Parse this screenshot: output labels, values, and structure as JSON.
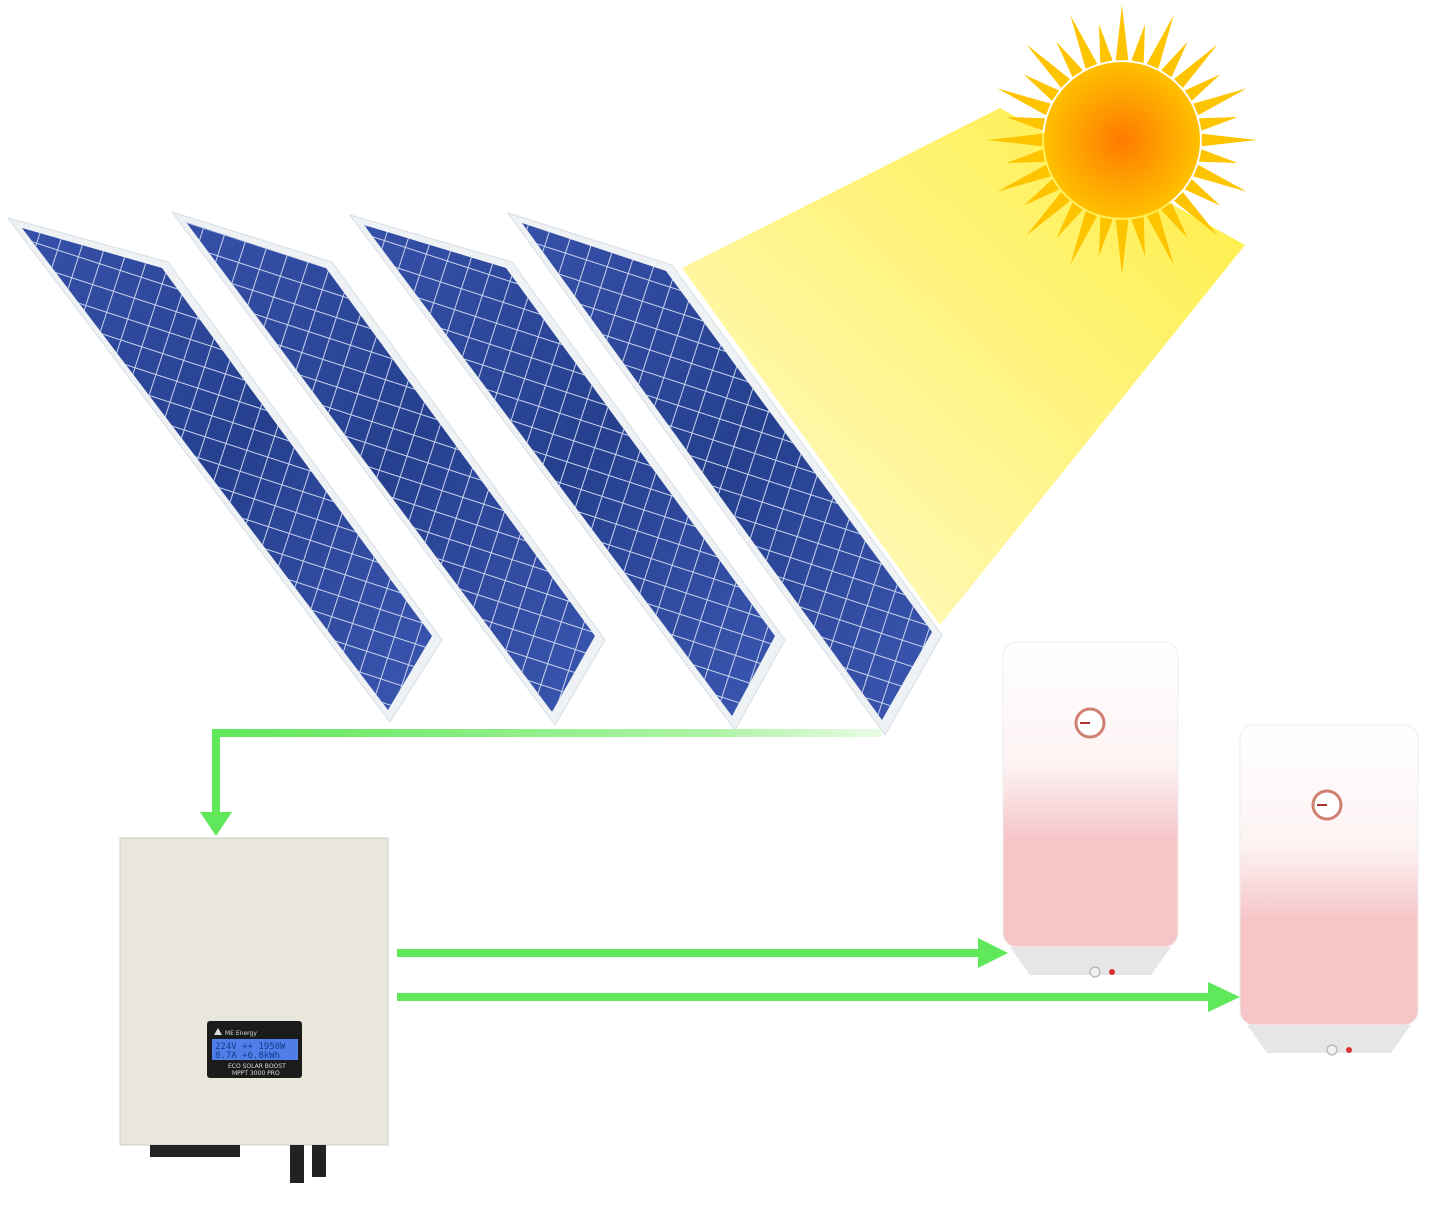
{
  "colors": {
    "panel": "#2f4aa0",
    "panel_frame": "#e8eef2",
    "sun_core": "#ff9a00",
    "sun_rays": "#ffc400",
    "beam": "#fff36a",
    "flow_arrow": "#5ee85a",
    "inverter": "#e9e7dc",
    "lcd": "#4f7ee8",
    "heater_top": "#ffffff",
    "heater_bottom": "#f7c4c8"
  },
  "inverter": {
    "brand": "ME Energy",
    "lcd_line1": "224V  ++  1950W",
    "lcd_line2": "8.7A   +6.8kWh",
    "model_line1": "ECO SOLAR BOOST",
    "model_line2": "MPPT 3000 PRO"
  },
  "panels": [
    {
      "id": 1
    },
    {
      "id": 2
    },
    {
      "id": 3
    },
    {
      "id": 4
    }
  ],
  "heaters": [
    {
      "id": 1
    },
    {
      "id": 2
    }
  ]
}
